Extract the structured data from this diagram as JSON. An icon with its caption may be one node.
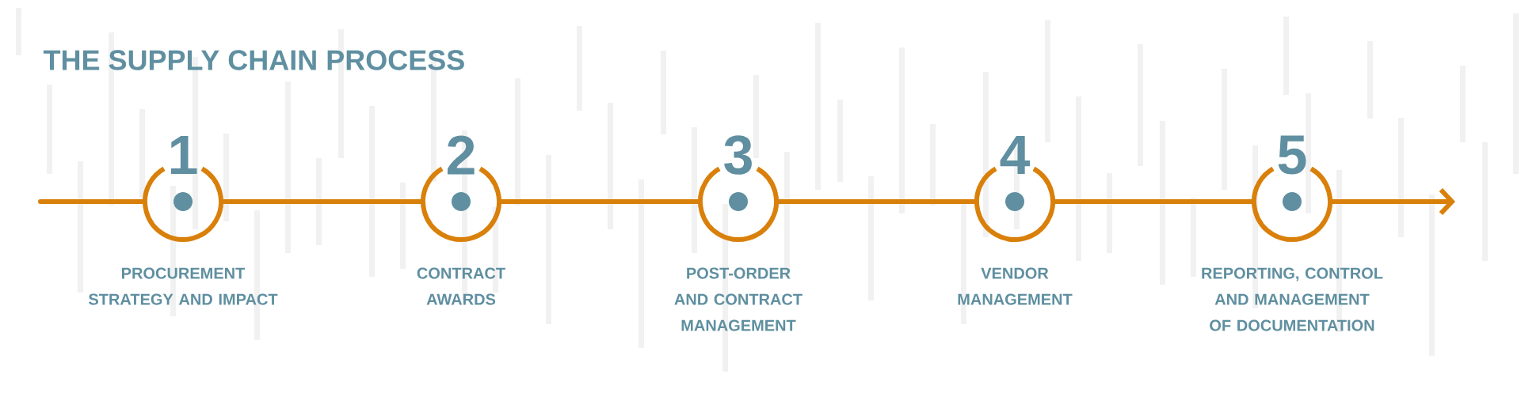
{
  "diagram": {
    "title": "THE SUPPLY CHAIN PROCESS",
    "nodes": [
      {
        "text": [
          "1",
          "PROCUREMENT STRATEGY AND IMPACT"
        ]
      },
      {
        "text": [
          "2",
          "CONTRACT AWARDS"
        ]
      },
      {
        "text": [
          "3",
          "POST-ORDER AND CONTRACT MANAGEMENT"
        ]
      },
      {
        "text": [
          "4",
          "VENDOR MANAGEMENT"
        ]
      },
      {
        "text": [
          "5",
          "REPORTING, CONTROL AND MANAGEMENT OF DOCUMENTATION"
        ]
      }
    ],
    "edges": [
      {
        "from": null,
        "to": 0,
        "arrow": "none"
      },
      {
        "from": 0,
        "to": 1,
        "arrow": "none"
      },
      {
        "from": 1,
        "to": 2,
        "arrow": "none"
      },
      {
        "from": 2,
        "to": 3,
        "arrow": "none"
      },
      {
        "from": 3,
        "to": 4,
        "arrow": "none"
      },
      {
        "from": 4,
        "to": null,
        "arrow": "to"
      }
    ]
  }
}
